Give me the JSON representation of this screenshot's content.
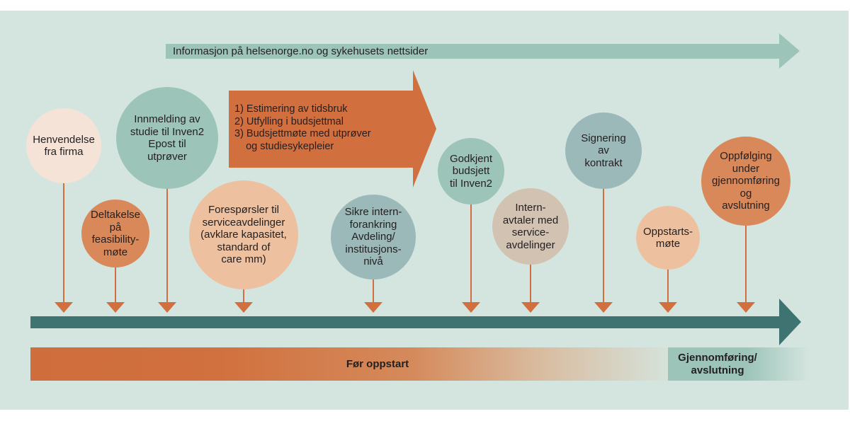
{
  "diagram": {
    "colors": {
      "background": "#d4e5e0",
      "info_arrow": "#9cc4b8",
      "process_arrow": "#d26f3f",
      "timeline": "#3f7372",
      "connector": "#d26f3f"
    },
    "info_arrow": {
      "label": "Informasjon på helsenorge.no og sykehusets nettsider"
    },
    "process_arrow": {
      "lines": "1) Estimering av tidsbruk\n2) Utfylling i budsjettmal\n3) Budsjettmøte med utprøver\n    og studiesykepleier"
    },
    "steps": [
      {
        "label": "Henvendelse\nfra firma",
        "color": "#f4e3d6"
      },
      {
        "label": "Deltakelse\npå\nfeasibility-\nmøte",
        "color": "#d98859"
      },
      {
        "label": "Innmelding av\nstudie til Inven2\nEpost til\nutprøver",
        "color": "#9cc4b8"
      },
      {
        "label": "Forespørsler til\nserviceavdelinger\n(avklare kapasitet,\nstandard of\ncare mm)",
        "color": "#edc1a0"
      },
      {
        "label": "Sikre intern-\nforankring\nAvdeling/\ninstitusjons-\nnivå",
        "color": "#9cb9ba"
      },
      {
        "label": "Godkjent\nbudsjett\ntil Inven2",
        "color": "#9cc4b8"
      },
      {
        "label": "Intern-\navtaler med\nservice-\navdelinger",
        "color": "#d2c2b2"
      },
      {
        "label": "Signering\nav\nkontrakt",
        "color": "#9cb9ba"
      },
      {
        "label": "Oppstarts-\nmøte",
        "color": "#edc1a0"
      },
      {
        "label": "Oppfølging\nunder\ngjennomføring\nog\navslutning",
        "color": "#d98859"
      }
    ],
    "phases": [
      {
        "label": "Før oppstart"
      },
      {
        "label": "Gjennomføring/\navslutning"
      }
    ]
  }
}
